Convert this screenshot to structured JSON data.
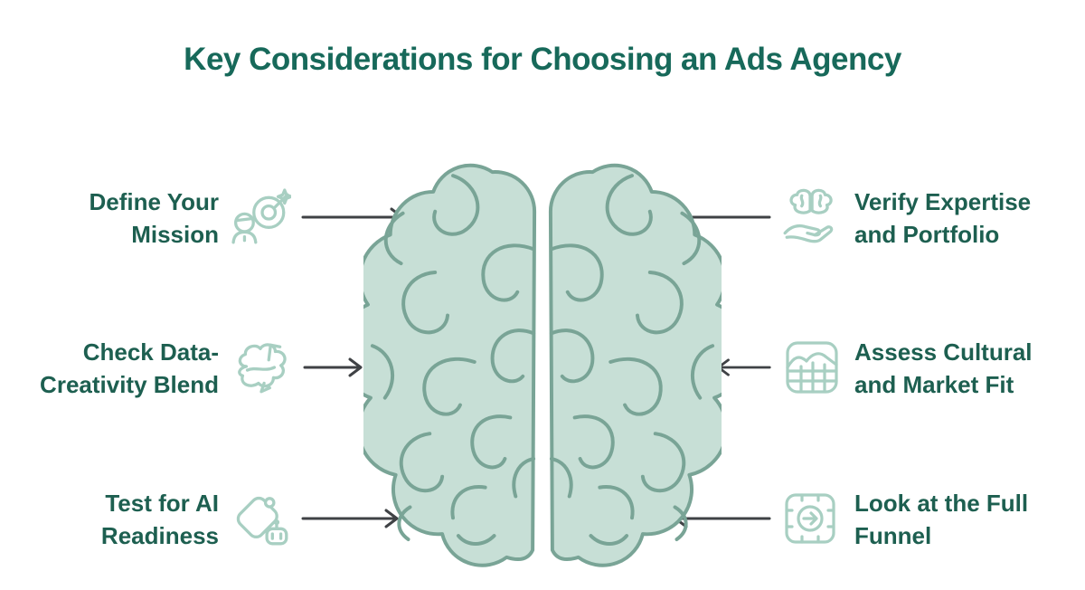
{
  "title": "Key Considerations for Choosing an Ads Agency",
  "center_illustration": "brain-top-view",
  "colors": {
    "title_text": "#17695a",
    "label_text": "#1d5f50",
    "icon_stroke": "#a8cfc2",
    "brain_fill": "#c7dfd6",
    "brain_stroke": "#79a496",
    "arrow": "#3f4245",
    "background": "#ffffff"
  },
  "left_items": [
    {
      "line1": "Define Your",
      "line2": "Mission",
      "icon": "target-person-icon"
    },
    {
      "line1": "Check Data-",
      "line2": "Creativity Blend",
      "icon": "creative-brain-icon"
    },
    {
      "line1": "Test for AI",
      "line2": "Readiness",
      "icon": "ai-tag-icon"
    }
  ],
  "right_items": [
    {
      "line1": "Verify Expertise",
      "line2": "and Portfolio",
      "icon": "brain-in-hand-icon"
    },
    {
      "line1": "Assess Cultural",
      "line2": "and Market Fit",
      "icon": "market-chart-icon"
    },
    {
      "line1": "Look at the Full",
      "line2": "Funnel",
      "icon": "funnel-chip-icon"
    }
  ]
}
